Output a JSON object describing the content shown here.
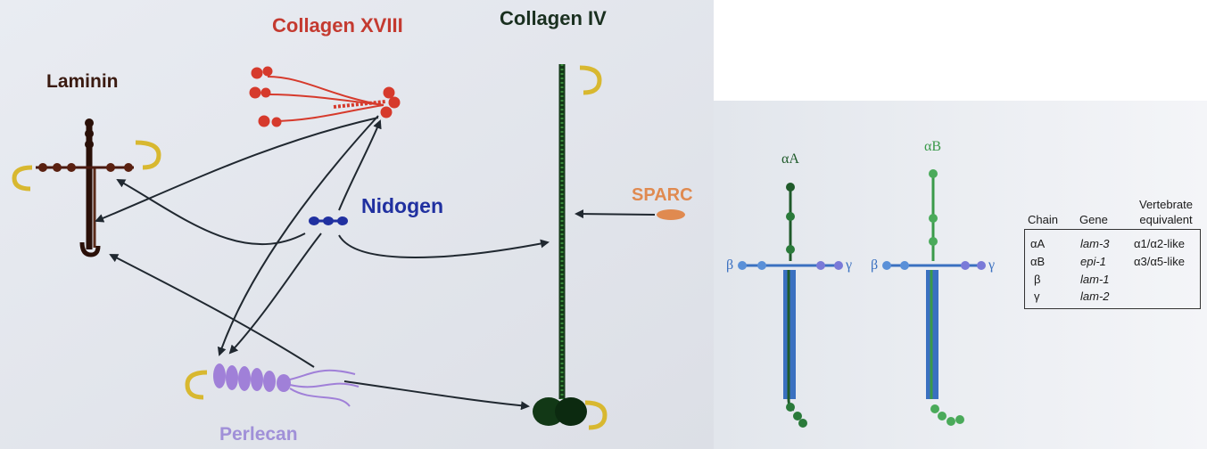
{
  "left_diagram": {
    "labels": {
      "collagen_xviii": "Collagen XVIII",
      "collagen_iv": "Collagen IV",
      "laminin": "Laminin",
      "nidogen": "Nidogen",
      "sparc": "SPARC",
      "perlecan": "Perlecan"
    },
    "colors": {
      "laminin": "#3a1a10",
      "collagen_xviii": "#d63a2c",
      "collagen_iv": "#1f5a2a",
      "nidogen": "#2030a0",
      "sparc": "#e08a50",
      "perlecan": "#a080d8",
      "arrow": "#202830",
      "curl": "#d8b830"
    }
  },
  "right_diagram": {
    "left_structure": {
      "top": "αA",
      "left": "β",
      "right": "γ"
    },
    "right_structure": {
      "top": "αB",
      "left": "β",
      "right": "γ"
    },
    "colors": {
      "alpha_a": "#1f5a2a",
      "alpha_b": "#3a9a4a",
      "beta_gamma": "#3a70c0"
    },
    "table": {
      "headers": [
        "Chain",
        "Gene",
        "Vertebrate equivalent"
      ],
      "rows": [
        {
          "chain": "αA",
          "gene": "lam-3",
          "equivalent": "α1/α2-like"
        },
        {
          "chain": "αB",
          "gene": "epi-1",
          "equivalent": "α3/α5-like"
        },
        {
          "chain": "β",
          "gene": "lam-1",
          "equivalent": ""
        },
        {
          "chain": "γ",
          "gene": "lam-2",
          "equivalent": ""
        }
      ]
    }
  }
}
